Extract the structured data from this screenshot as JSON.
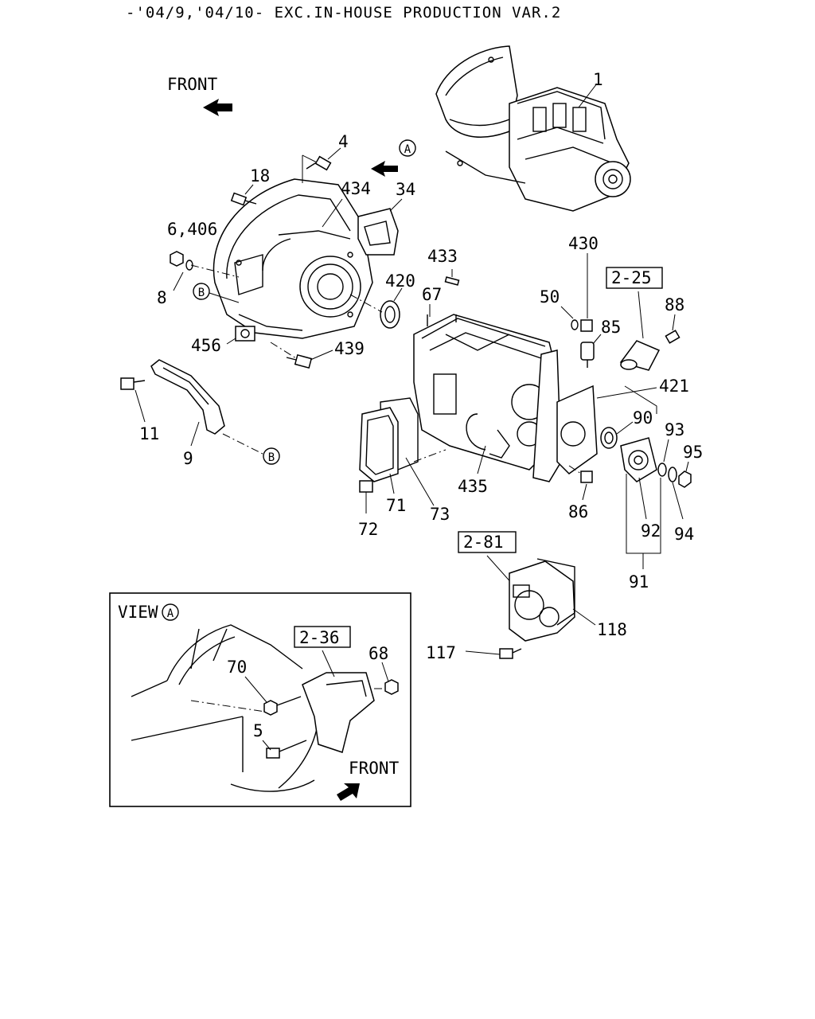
{
  "header": {
    "title": "-'04/9,'04/10- EXC.IN-HOUSE PRODUCTION VAR.2"
  },
  "direction": {
    "front_top": "FRONT",
    "front_inset": "FRONT"
  },
  "circle_refs": {
    "a": "A",
    "b": "B"
  },
  "refs": {
    "r225": "2-25",
    "r281": "2-81",
    "r236": "2-36"
  },
  "inset": {
    "view_label": "VIEW"
  },
  "parts": {
    "p1": "1",
    "p4": "4",
    "p18": "18",
    "p434": "434",
    "p34": "34",
    "p6_406": "6,406",
    "p8": "8",
    "p420": "420",
    "p456": "456",
    "p439": "439",
    "p11": "11",
    "p9": "9",
    "p433": "433",
    "p67": "67",
    "p430": "430",
    "p50": "50",
    "p85": "85",
    "p88": "88",
    "p421": "421",
    "p90": "90",
    "p93": "93",
    "p95": "95",
    "p435": "435",
    "p71": "71",
    "p72": "72",
    "p73": "73",
    "p86": "86",
    "p92": "92",
    "p94": "94",
    "p91": "91",
    "p117": "117",
    "p118": "118",
    "p70": "70",
    "p68": "68",
    "p5": "5"
  }
}
